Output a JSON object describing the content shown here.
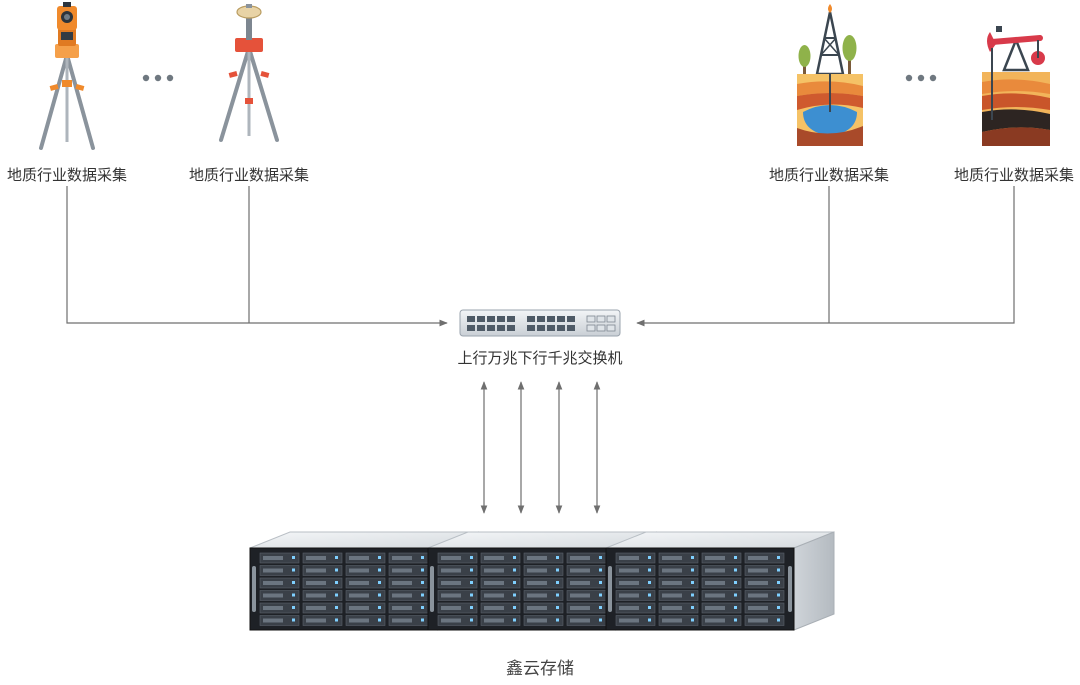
{
  "sources_left": [
    {
      "label": "地质行业数据采集",
      "icon": "total-station-icon"
    },
    {
      "label": "地质行业数据采集",
      "icon": "gnss-tripod-icon"
    }
  ],
  "sources_right": [
    {
      "label": "地质行业数据采集",
      "icon": "oil-derrick-strata-icon"
    },
    {
      "label": "地质行业数据采集",
      "icon": "pump-jack-strata-icon"
    }
  ],
  "ellipsis_icon": "ellipsis-dots-icon",
  "switch": {
    "label": "上行万兆下行千兆交换机",
    "icon": "network-switch-icon"
  },
  "storage": {
    "label": "鑫云存储",
    "icon": "storage-server-icon",
    "unit_count": 3
  },
  "colors": {
    "line": "#6f6f6f",
    "orange": "#f08a2c",
    "red": "#e5523a",
    "steel": "#9aa3ad",
    "server_front": "#1e2126",
    "server_top": "#e9ecef"
  }
}
